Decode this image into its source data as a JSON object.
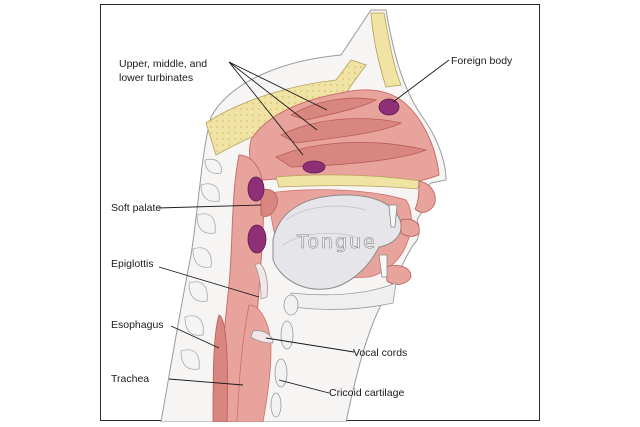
{
  "labels": {
    "turbinates_line1": "Upper, middle, and",
    "turbinates_line2": "lower turbinates",
    "foreign_body": "Foreign body",
    "soft_palate": "Soft palate",
    "tongue": "Tongue",
    "epiglottis": "Epiglottis",
    "esophagus": "Esophagus",
    "vocal_cords": "Vocal cords",
    "trachea": "Trachea",
    "cricoid_cartilage": "Cricoid cartilage"
  },
  "colors": {
    "mucosa": "#e8a39c",
    "mucosa_dark": "#c9706b",
    "bone": "#f0e3a4",
    "tongue": "#e6e6ea",
    "foreign_body": "#8e2f77",
    "outline": "#8a8a8a"
  }
}
